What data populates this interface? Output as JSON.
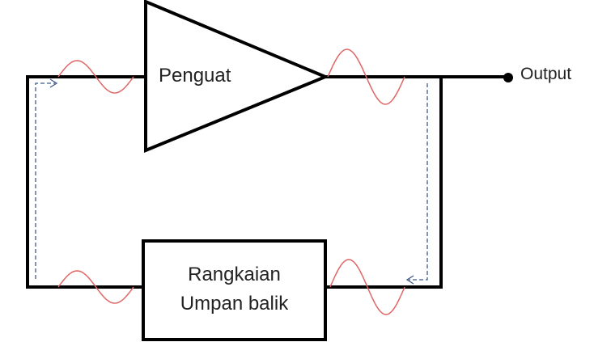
{
  "amplifier": {
    "label": "Penguat"
  },
  "output": {
    "label": "Output"
  },
  "feedback": {
    "line1": "Rangkaian",
    "line2": "Umpan balik"
  },
  "colors": {
    "wire": "#000000",
    "signal": "#e06666",
    "feedback_path": "#3d5a8a"
  }
}
